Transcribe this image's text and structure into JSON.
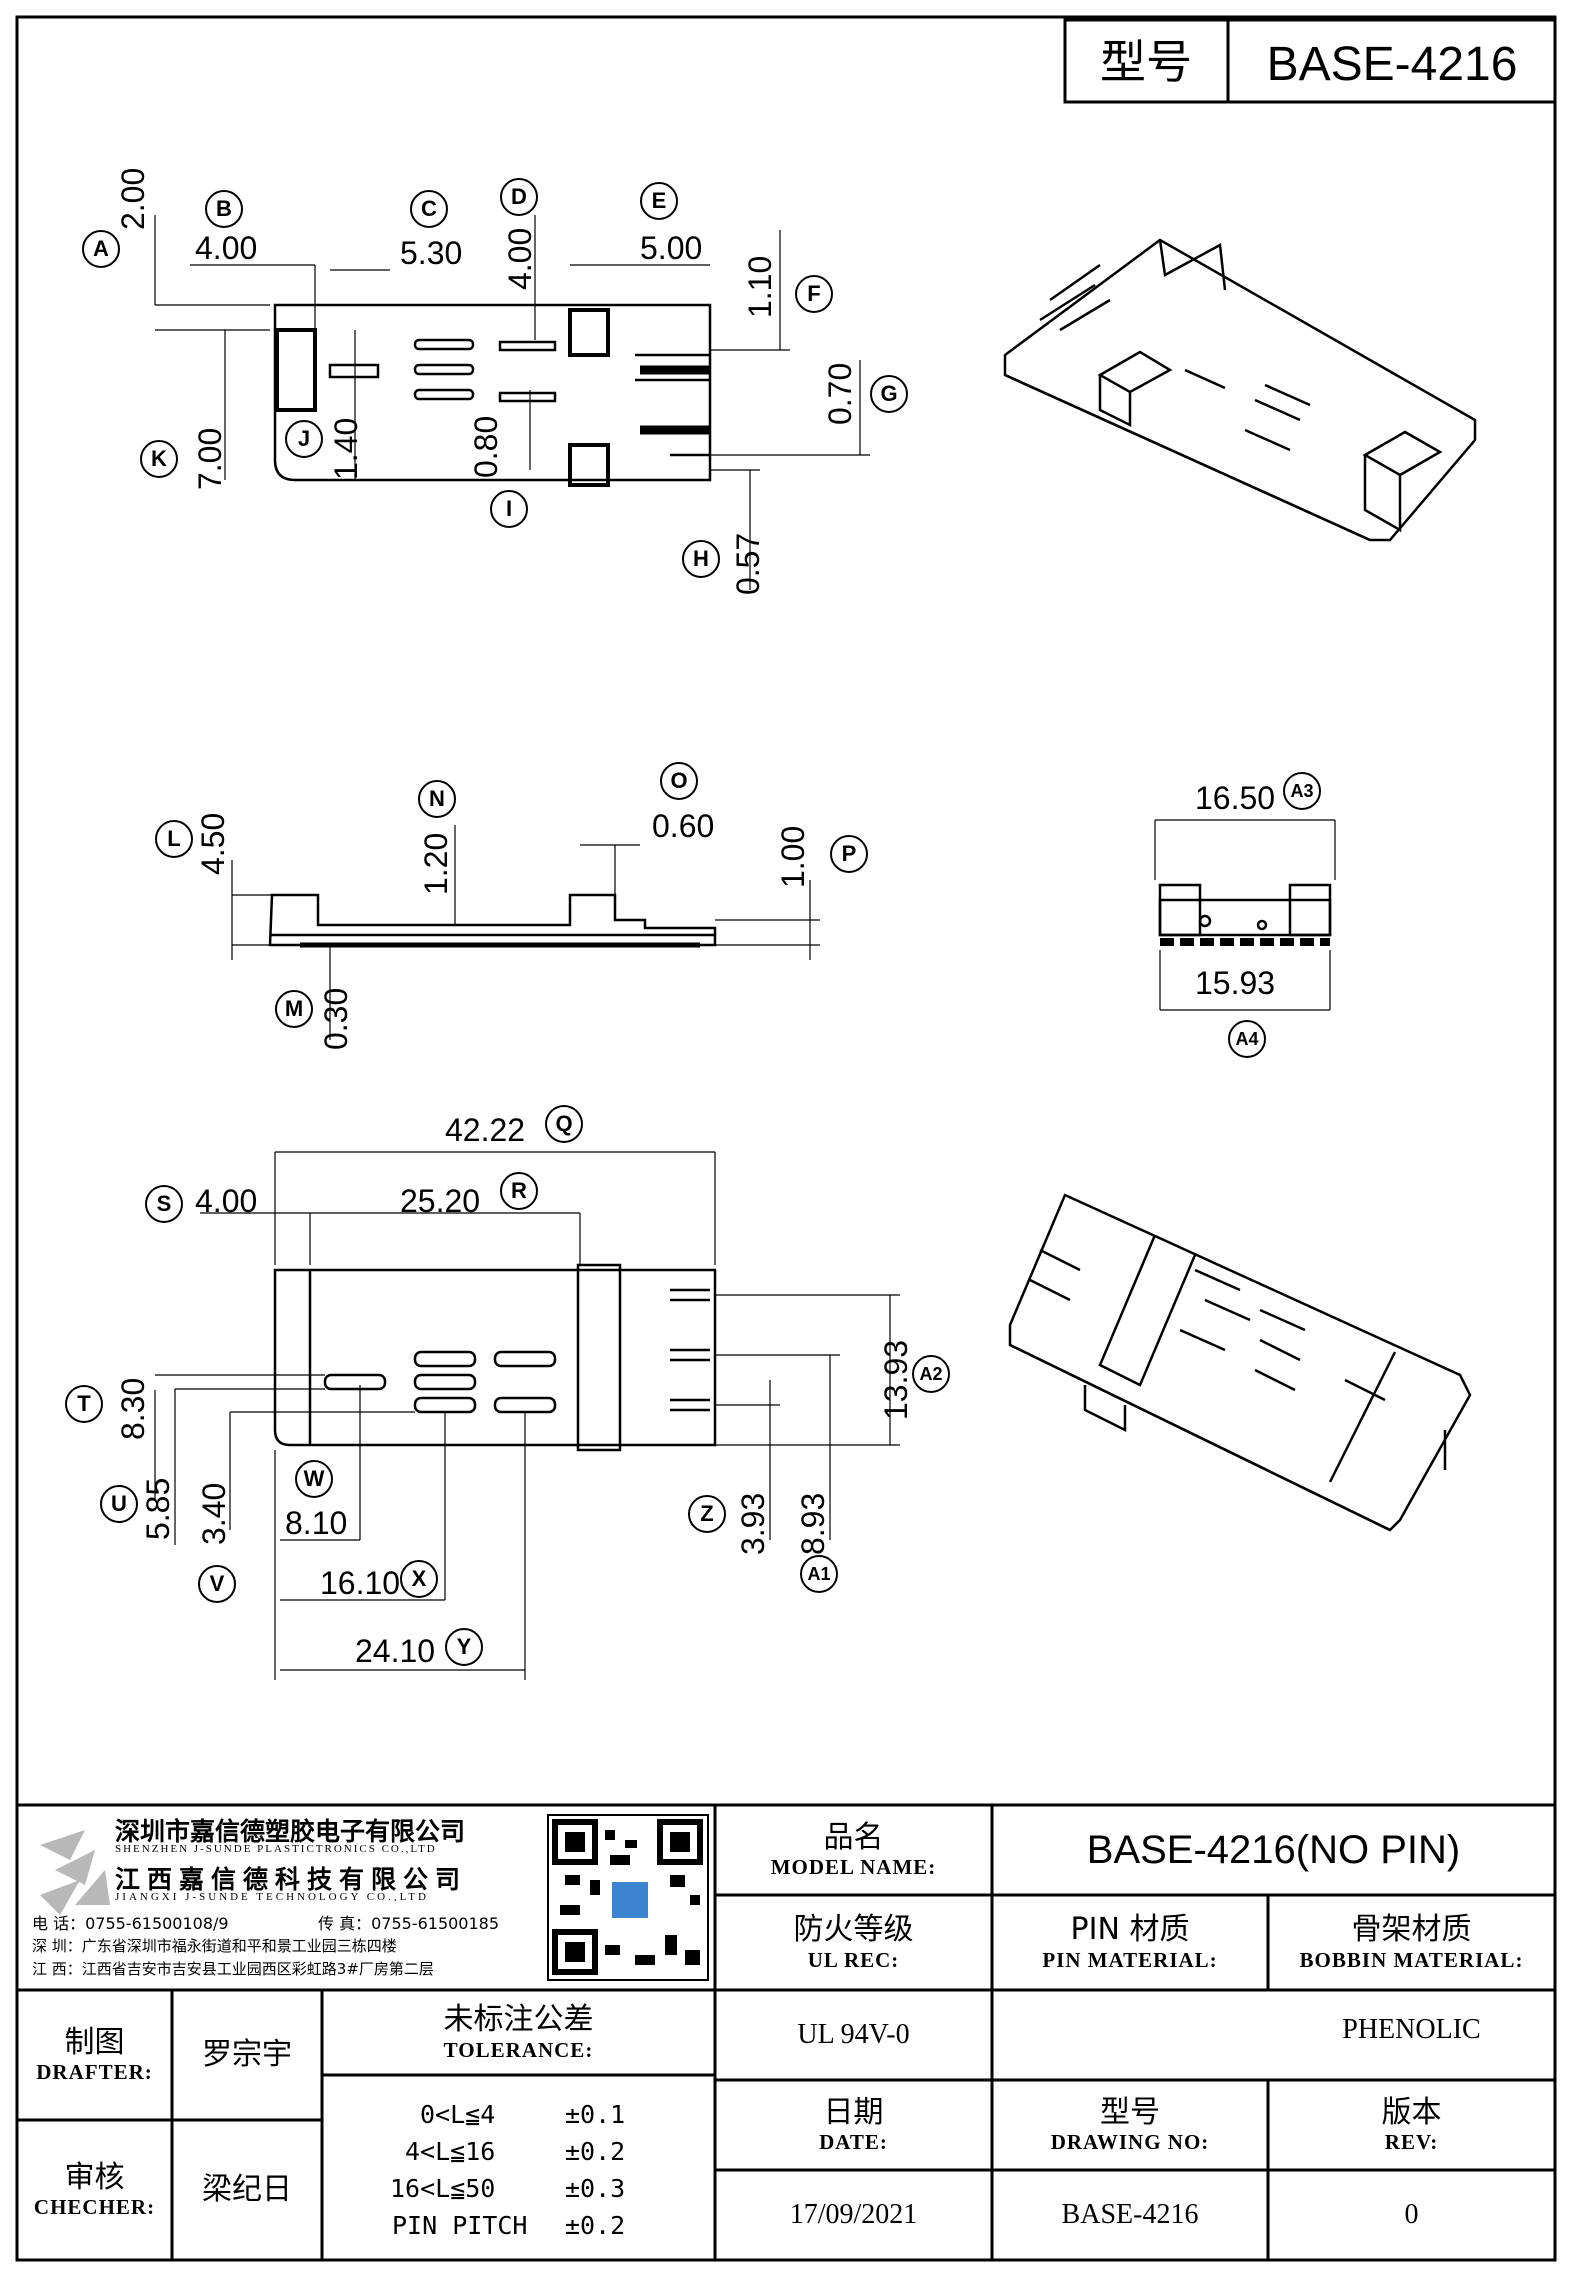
{
  "header": {
    "model_label": "型号",
    "model_value": "BASE-4216"
  },
  "top_view": {
    "dims": {
      "a": "2.00",
      "b": "4.00",
      "c": "5.30",
      "d": "4.00",
      "e": "5.00",
      "f": "1.10",
      "g": "0.70",
      "h": "0.57",
      "j": "1.40",
      "k": "7.00",
      "i": "0.80"
    },
    "labels": [
      "A",
      "B",
      "C",
      "D",
      "E",
      "F",
      "G",
      "H",
      "I",
      "J",
      "K"
    ]
  },
  "side_view": {
    "dims": {
      "l": "4.50",
      "n": "1.20",
      "o": "0.60",
      "p": "1.00",
      "m": "0.30"
    },
    "labels": [
      "L",
      "N",
      "O",
      "P",
      "M"
    ]
  },
  "end_view": {
    "dims": {
      "a3": "16.50",
      "a4": "15.93"
    },
    "labels": [
      "A3",
      "A4"
    ]
  },
  "bottom_view": {
    "dims": {
      "q": "42.22",
      "s": "4.00",
      "r": "25.20",
      "t": "8.30",
      "u": "5.85",
      "v": "3.40",
      "w": "8.10",
      "x": "16.10",
      "y": "24.10",
      "z": "3.93",
      "a1": "8.93",
      "a2": "13.93"
    },
    "labels": [
      "Q",
      "S",
      "R",
      "T",
      "U",
      "V",
      "W",
      "X",
      "Y",
      "Z",
      "A1",
      "A2"
    ]
  },
  "company": {
    "name_shenzhen_cn": "深圳市嘉信德塑胶电子有限公司",
    "name_shenzhen_en": "SHENZHEN J-SUNDE PLASTICTRONICS CO.,LTD",
    "name_jiangxi_cn": "江西嘉信德科技有限公司",
    "name_jiangxi_en": "JIANGXI J-SUNDE TECHNOLOGY CO.,LTD",
    "tel": "电 话：0755-61500108/9",
    "fax": "传 真：0755-61500185",
    "addr_sz": "深 圳：广东省深圳市福永街道和平和景工业园三栋四楼",
    "addr_jx": "江 西：江西省吉安市吉安县工业园西区彩虹路3#厂房第二层"
  },
  "title_block": {
    "model_name_cn": "品名",
    "model_name_en": "MODEL NAME:",
    "model_name_value": "BASE-4216(NO PIN)",
    "ul_cn": "防火等级",
    "ul_en": "UL REC:",
    "pin_mat_cn": "PIN 材质",
    "pin_mat_en": "PIN MATERIAL:",
    "bobbin_mat_cn": "骨架材质",
    "bobbin_mat_en": "BOBBIN MATERIAL:",
    "ul_value": "UL 94V-0",
    "pin_value": "",
    "bobbin_value": "PHENOLIC",
    "drafter_cn": "制图",
    "drafter_en": "DRAFTER:",
    "drafter_name": "罗宗宇",
    "checker_cn": "审核",
    "checker_en": "CHECHER:",
    "checker_name": "梁纪日",
    "tolerance_cn": "未标注公差",
    "tolerance_en": "TOLERANCE:",
    "tolerances": [
      {
        "range": "0<L≦4",
        "value": "±0.1"
      },
      {
        "range": "4<L≦16",
        "value": "±0.2"
      },
      {
        "range": "16<L≦50",
        "value": "±0.3"
      },
      {
        "range": "PIN PITCH",
        "value": "±0.2"
      }
    ],
    "date_cn": "日期",
    "date_en": "DATE:",
    "date_value": "17/09/2021",
    "drawing_no_cn": "型号",
    "drawing_no_en": "DRAWING NO:",
    "drawing_no_value": "BASE-4216",
    "rev_cn": "版本",
    "rev_en": "REV:",
    "rev_value": "0"
  }
}
